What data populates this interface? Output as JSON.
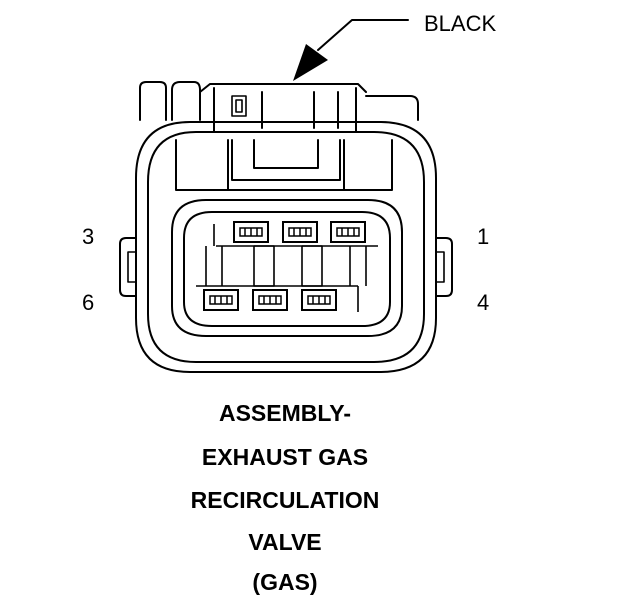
{
  "connector": {
    "color_label": "BLACK",
    "pin_labels": {
      "pin3": "3",
      "pin1": "1",
      "pin6": "6",
      "pin4": "4"
    }
  },
  "caption": {
    "line1": "ASSEMBLY-",
    "line2": "EXHAUST GAS",
    "line3": "RECIRCULATION",
    "line4": "VALVE",
    "line5": "(GAS)"
  }
}
